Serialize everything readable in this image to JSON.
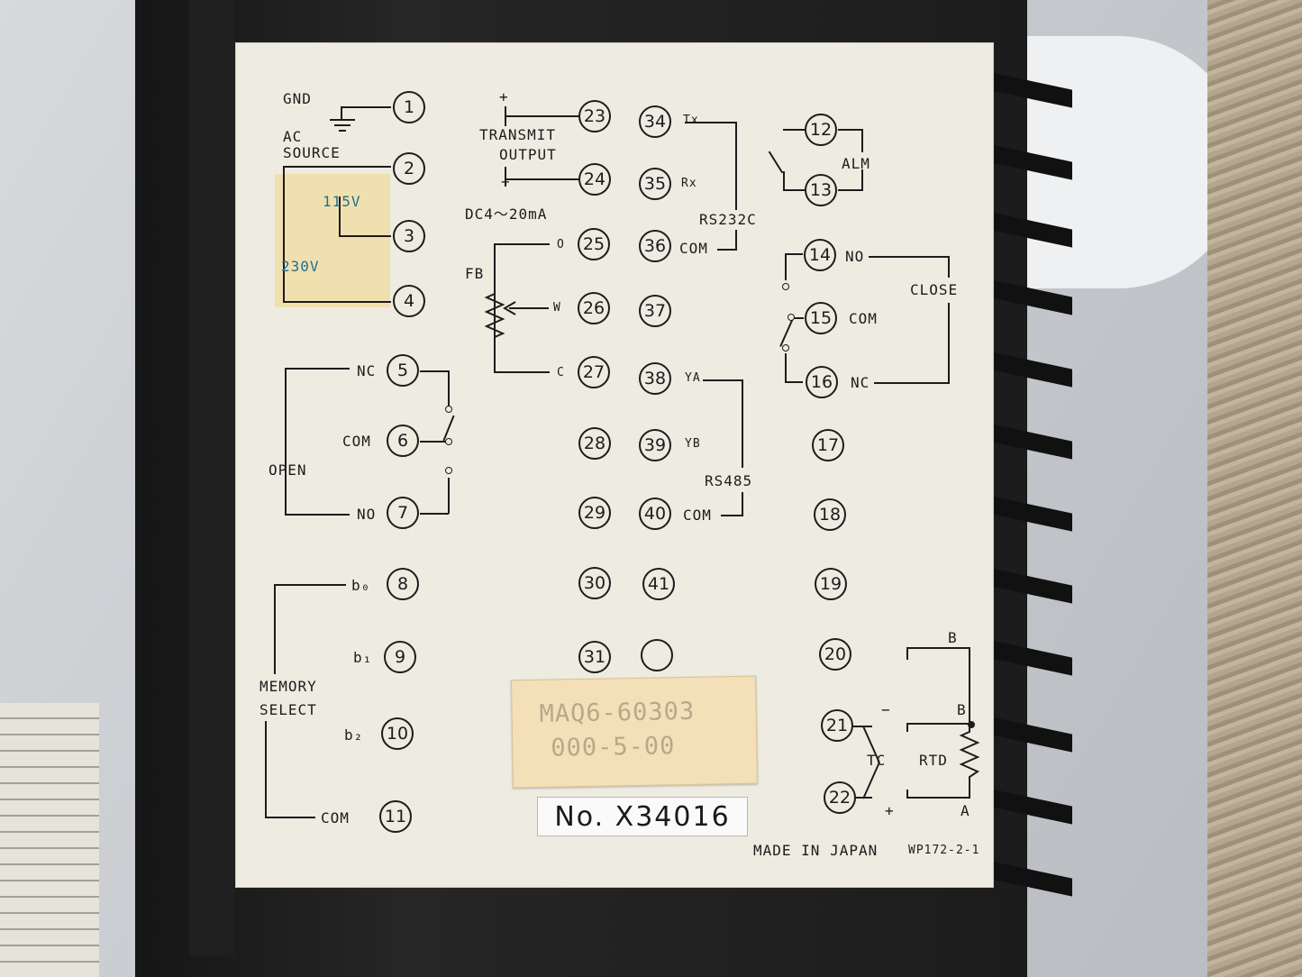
{
  "photo": {
    "labels": {
      "gnd": "GND",
      "ac_source_1": "AC",
      "ac_source_2": "SOURCE",
      "v115": "115V",
      "v230": "230V",
      "open_nc": "NC",
      "open_com": "COM",
      "open": "OPEN",
      "open_no": "NO",
      "mem_b0": "b₀",
      "mem_b1": "b₁",
      "mem_b2": "b₂",
      "memory": "MEMORY",
      "select": "SELECT",
      "mem_com": "COM",
      "transmit": "TRANSMIT",
      "output": "OUTPUT",
      "plus": "+",
      "minus": "−",
      "dc_range": "DC4～20mA",
      "fb": "FB",
      "fb_o": "O",
      "fb_w": "W",
      "fb_c": "C",
      "tx": "Tx",
      "rx": "Rx",
      "rs232c": "RS232C",
      "com36": "COM",
      "ya": "YA",
      "yb": "YB",
      "rs485": "RS485",
      "com40": "COM",
      "alm": "ALM",
      "close_no": "NO",
      "close_com": "COM",
      "close": "CLOSE",
      "close_nc": "NC",
      "rtd_b_top": "B",
      "rtd_b": "B",
      "tc": "TC",
      "rtd": "RTD",
      "rtd_a": "A",
      "tc_minus": "−",
      "tc_plus": "+",
      "made_in": "MADE IN JAPAN",
      "doc_code": "WP172-2-1"
    },
    "terminals": [
      "1",
      "2",
      "3",
      "4",
      "5",
      "6",
      "7",
      "8",
      "9",
      "10",
      "11",
      "12",
      "13",
      "14",
      "15",
      "16",
      "17",
      "18",
      "19",
      "20",
      "21",
      "22",
      "23",
      "24",
      "25",
      "26",
      "27",
      "28",
      "29",
      "30",
      "31",
      "34",
      "35",
      "36",
      "37",
      "38",
      "39",
      "40",
      "41",
      ""
    ],
    "sticker": {
      "model": "MAQ6-60303",
      "code": "000-5-00"
    },
    "serial": "No. X34016"
  }
}
